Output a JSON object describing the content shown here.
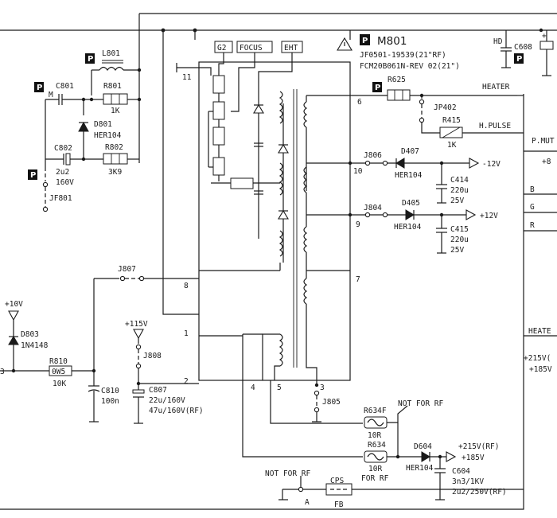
{
  "module": {
    "ref": "M801",
    "part_lines": [
      "JF0501-19539(21\"RF)",
      "FCM20B061N-REV 02(21\")"
    ],
    "warning_symbol": "warning-triangle"
  },
  "badge_label": "P",
  "fbt_labels": {
    "g2": "G2",
    "focus": "FOCUS",
    "eht": "EHT"
  },
  "pins": {
    "p11": "11",
    "p6": "6",
    "p10": "10",
    "p9": "9",
    "p8": "8",
    "p7": "7",
    "p1": "1",
    "p2": "2",
    "p3": "3",
    "p4": "4",
    "p5": "5"
  },
  "components": {
    "l801": "L801",
    "c801": "C801",
    "r801": {
      "ref": "R801",
      "value": "1K"
    },
    "d801": {
      "ref": "D801",
      "value": "HER104"
    },
    "c802": {
      "ref": "C802",
      "value": "2u2",
      "rating": "160V"
    },
    "r802": {
      "ref": "R802",
      "value": "3K9"
    },
    "jf801": "JF801",
    "m_mark": "M",
    "r625": "R625",
    "jp402": "JP402",
    "r415": {
      "ref": "R415",
      "value": "1K"
    },
    "j806": "J806",
    "d407": {
      "ref": "D407",
      "value": "HER104"
    },
    "c414": {
      "ref": "C414",
      "value": "220u",
      "rating": "25V"
    },
    "j804": "J804",
    "d405": {
      "ref": "D405",
      "value": "HER104"
    },
    "c415": {
      "ref": "C415",
      "value": "220u",
      "rating": "25V"
    },
    "j807": "J807",
    "d803": {
      "ref": "D803",
      "value": "1N4148"
    },
    "r810": {
      "ref": "R810",
      "body": "0W5",
      "value": "10K"
    },
    "c810": {
      "ref": "C810",
      "value": "100n"
    },
    "j808": "J808",
    "c807": {
      "ref": "C807",
      "value": "22u/160V",
      "alt": "47u/160V(RF)"
    },
    "j805": "J805",
    "r634f": {
      "ref": "R634F",
      "value": "10R"
    },
    "r634": {
      "ref": "R634",
      "value": "10R",
      "note": "FOR RF"
    },
    "d604": {
      "ref": "D604",
      "value": "HER104"
    },
    "c604": {
      "ref": "C604",
      "value": "3n3/1KV",
      "alt": "2u2/250V(RF)"
    },
    "cps": {
      "ref": "CPS",
      "value": "FB"
    },
    "c608": "C608",
    "hd": "HD",
    "node_a": "A"
  },
  "notes": {
    "not_for_rf_1": "NOT FOR RF",
    "not_for_rf_2": "NOT FOR RF"
  },
  "supplies": {
    "minus12": "-12V",
    "plus12": "+12V",
    "plus10": "+10V",
    "plus115": "+115V",
    "plus215rf": "+215V(RF)",
    "plus185": "+185V"
  },
  "nets": {
    "heater": "HEATER",
    "hpulse": "H.PULSE",
    "pmute": "P.MUT",
    "b": "B",
    "g": "G",
    "r": "R",
    "heater2": "HEATE",
    "v215_partial": "+215V(",
    "v185_partial": "+185V",
    "plus8_partial": "+8",
    "plus_partial": "+",
    "edge_3": "3"
  }
}
